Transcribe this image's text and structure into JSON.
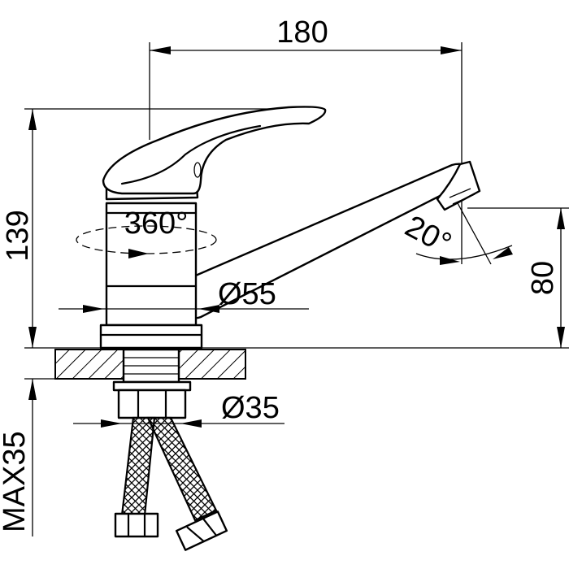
{
  "dimensions": {
    "length": "180",
    "height": "139",
    "spout_height": "80",
    "rotation": "360°",
    "spout_angle": "20°",
    "body_diameter": "Ø55",
    "thread_diameter": "Ø35",
    "max_thickness": "MAX35"
  }
}
